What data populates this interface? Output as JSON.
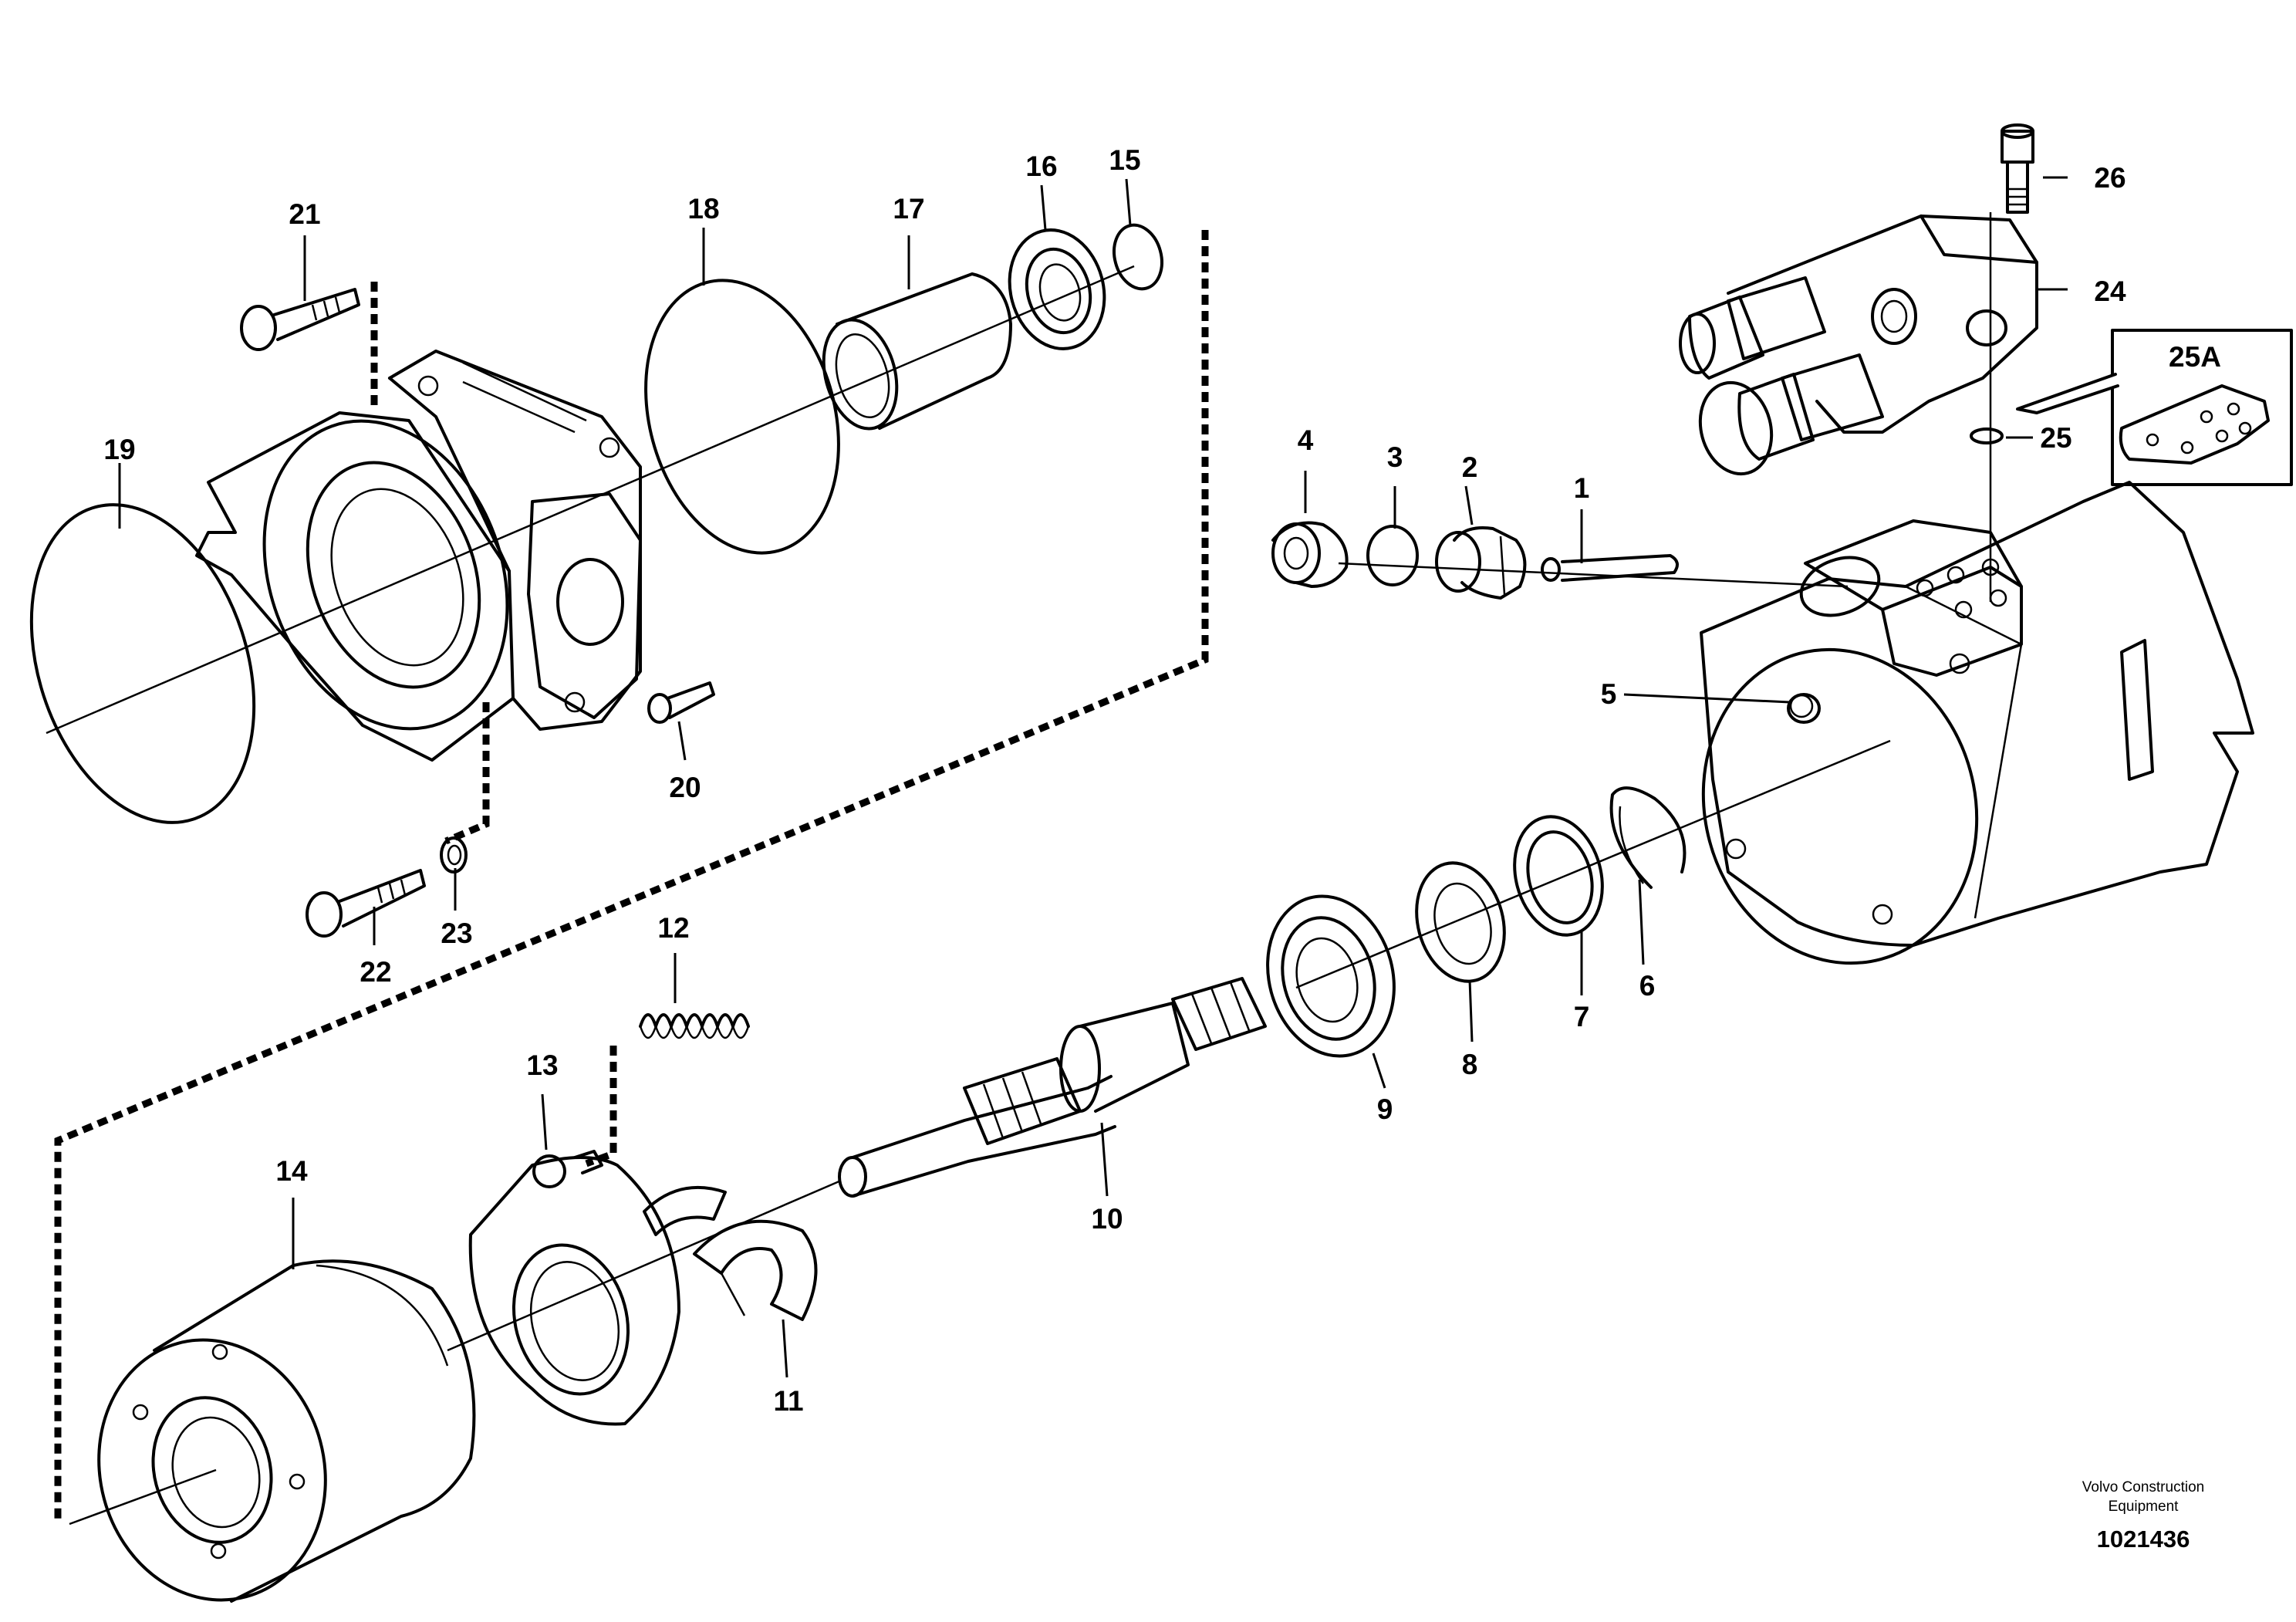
{
  "callouts": {
    "c1": "1",
    "c2": "2",
    "c3": "3",
    "c4": "4",
    "c5": "5",
    "c6": "6",
    "c7": "7",
    "c8": "8",
    "c9": "9",
    "c10": "10",
    "c11": "11",
    "c12": "12",
    "c13": "13",
    "c14": "14",
    "c15": "15",
    "c16": "16",
    "c17": "17",
    "c18": "18",
    "c19": "19",
    "c20": "20",
    "c21": "21",
    "c22": "22",
    "c23": "23",
    "c24": "24",
    "c25": "25",
    "c25a": "25A",
    "c26": "26"
  },
  "footer": {
    "company_line1": "Volvo Construction",
    "company_line2": "Equipment",
    "drawing_number": "1021436"
  }
}
